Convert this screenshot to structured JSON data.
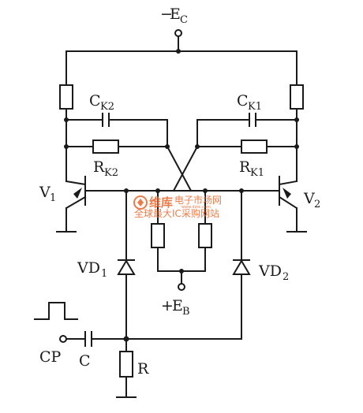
{
  "labels": {
    "ec_minus": "−",
    "ec_main": "E",
    "ec_sub": "C",
    "ck2_main": "C",
    "ck2_sub": "K2",
    "ck1_main": "C",
    "ck1_sub": "K1",
    "rk2_main": "R",
    "rk2_sub": "K2",
    "rk1_main": "R",
    "rk1_sub": "K1",
    "v1_main": "V",
    "v1_sub": "1",
    "v2_main": "V",
    "v2_sub": "2",
    "vd1_main": "VD",
    "vd1_sub": "1",
    "vd2_main": "VD",
    "vd2_sub": "2",
    "eb_plus": "+",
    "eb_main": "E",
    "eb_sub": "B",
    "cp": "CP",
    "c": "C",
    "r": "R"
  },
  "watermark": {
    "brand": "维库",
    "site_name": "电子市场网",
    "slogan": "全球最大IC采购网站",
    "url": "www.dzsc.com"
  },
  "colors": {
    "ink": "#1a1a1a",
    "watermark": "#e8662a"
  }
}
